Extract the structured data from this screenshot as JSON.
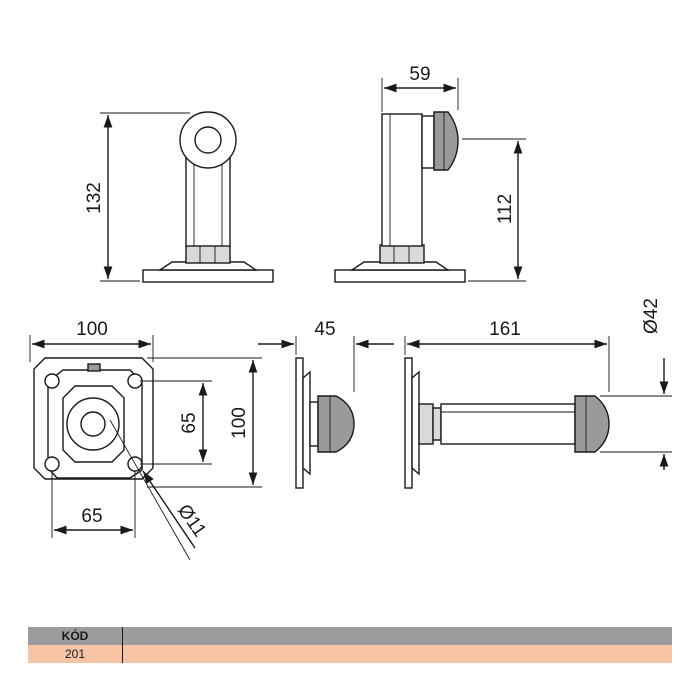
{
  "dimensions": {
    "front_height": "132",
    "side_width": "59",
    "side_height": "112",
    "plate_width": "100",
    "plate_height": "100",
    "hole_spacing_vertical": "65",
    "hole_spacing_horizontal": "65",
    "hole_diameter": "Ø11",
    "side_depth": "45",
    "total_length": "161",
    "roller_diameter": "Ø42"
  },
  "table": {
    "header": "KÓD",
    "value": "201"
  },
  "colors": {
    "table_header": "#9c9c9c",
    "table_row": "#f7c4a5"
  }
}
